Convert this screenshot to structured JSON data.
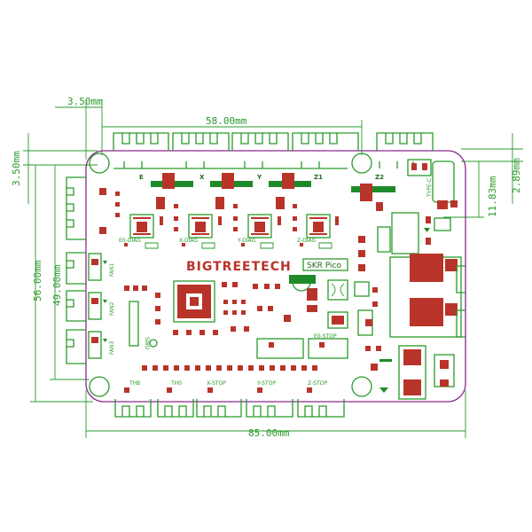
{
  "dimensions": {
    "top_offset": "3.50mm",
    "top_width": "58.00mm",
    "left_offset": "3.50mm",
    "left_height_outer": "56.00mm",
    "left_height_inner": "49.00mm",
    "right_top": "2.89mm",
    "right_usb": "11.83mm",
    "bottom_width": "85.00mm"
  },
  "board": {
    "brand": "BIGTREETECH",
    "model": "SKR Pico",
    "usb_label": "TYPE-C"
  },
  "drivers": [
    "E",
    "X",
    "Y",
    "Z1",
    "Z2"
  ],
  "diag": [
    "E0-DIAG",
    "X-DIAG",
    "Y-DIAG",
    "Z-DIAG"
  ],
  "fans": [
    "FAN1",
    "FAN2",
    "FAN3"
  ],
  "bottom_connectors": [
    "THB",
    "TH0",
    "X-STOP",
    "Y-STOP",
    "Z-STOP"
  ],
  "misc": {
    "e0_stop": "E0-STOP",
    "swd": "SWD"
  },
  "colors": {
    "silkscreen": "#2a9a2a",
    "copper_pad": "#b8342a",
    "outline": "#8a2a8a"
  }
}
